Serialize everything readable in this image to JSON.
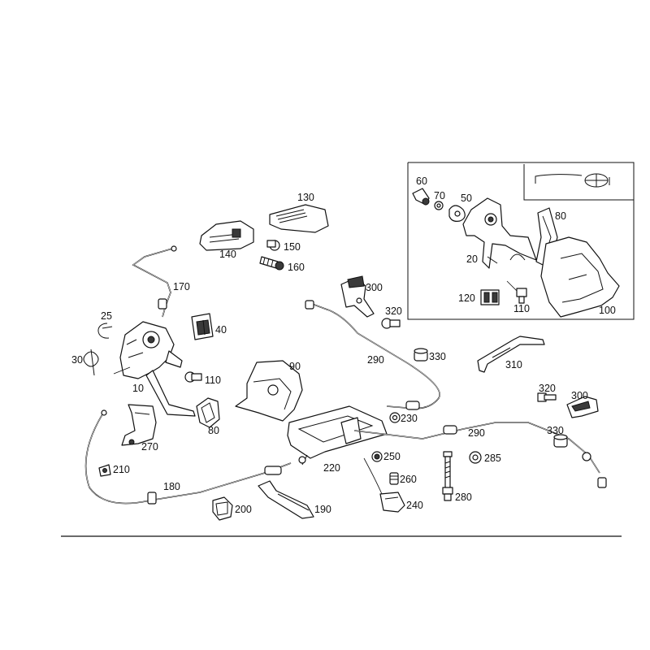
{
  "diagram": {
    "title": "Pedal assembly and parking brake cable exploded view",
    "callouts": {
      "c10": "10",
      "c20": "20",
      "c25": "25",
      "c30": "30",
      "c40": "40",
      "c50": "50",
      "c60": "60",
      "c70": "70",
      "c80a": "80",
      "c80b": "80",
      "c90": "90",
      "c100": "100",
      "c110a": "110",
      "c110b": "110",
      "c120": "120",
      "c130": "130",
      "c140": "140",
      "c150": "150",
      "c160": "160",
      "c170": "170",
      "c180": "180",
      "c190": "190",
      "c200": "200",
      "c210": "210",
      "c220": "220",
      "c230": "230",
      "c240": "240",
      "c250": "250",
      "c260": "260",
      "c270": "270",
      "c280": "280",
      "c285": "285",
      "c290a": "290",
      "c290b": "290",
      "c300a": "300",
      "c300b": "300",
      "c310": "310",
      "c320a": "320",
      "c320b": "320",
      "c330a": "330",
      "c330b": "330"
    },
    "inset_symbol": "steering-wheel-icon"
  }
}
